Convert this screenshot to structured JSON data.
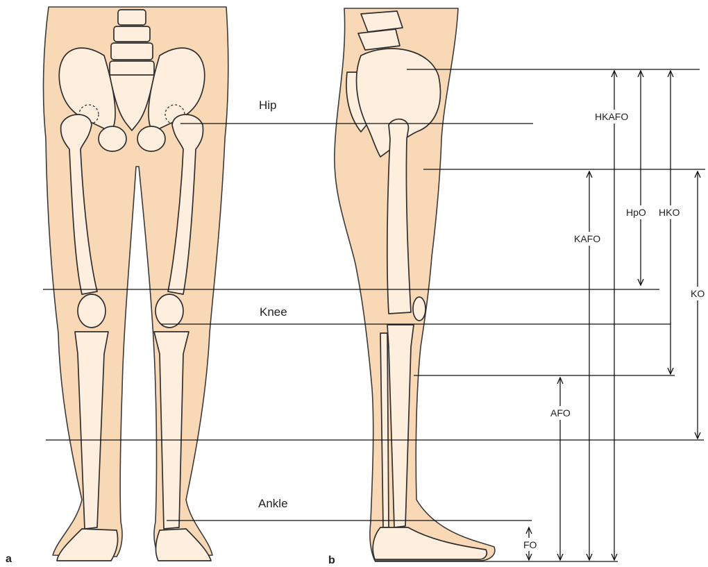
{
  "panels": {
    "a": "a",
    "b": "b"
  },
  "joint_labels": {
    "hip": "Hip",
    "knee": "Knee",
    "ankle": "Ankle"
  },
  "orthoses": {
    "hkafo": "HKAFO",
    "hpo": "HpO",
    "hko": "HKO",
    "kafo": "KAFO",
    "ko": "KO",
    "afo": "AFO",
    "fo": "FO"
  }
}
